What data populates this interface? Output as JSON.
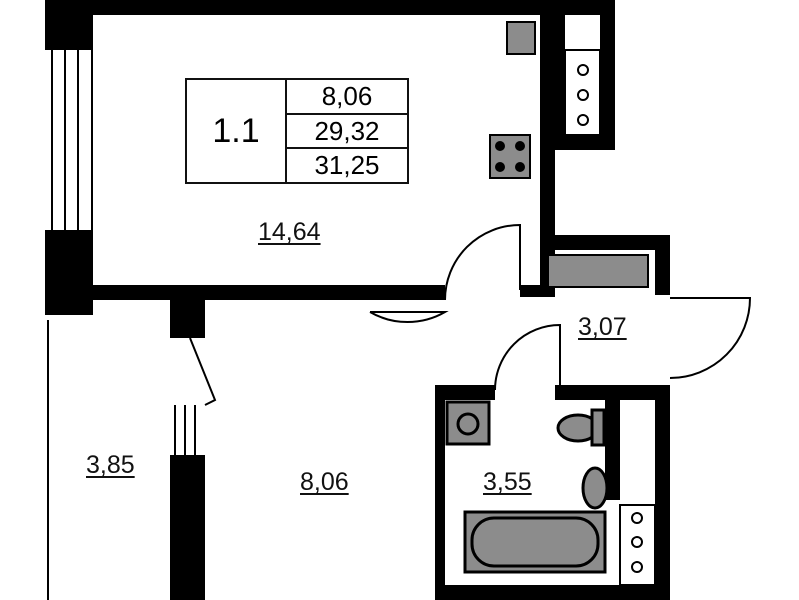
{
  "plan": {
    "apartment_number": "1.1",
    "summary": {
      "living_area": "8,06",
      "total_area": "29,32",
      "total_area_with_balcony": "31,25"
    },
    "rooms": [
      {
        "id": "kitchen",
        "area": "14,64"
      },
      {
        "id": "hall",
        "area": "3,07"
      },
      {
        "id": "balcony",
        "area": "3,85"
      },
      {
        "id": "bedroom",
        "area": "8,06"
      },
      {
        "id": "bathroom",
        "area": "3,55"
      }
    ]
  },
  "colors": {
    "wall": "#000000",
    "fixture": "#8c8c8c",
    "background": "#ffffff"
  }
}
